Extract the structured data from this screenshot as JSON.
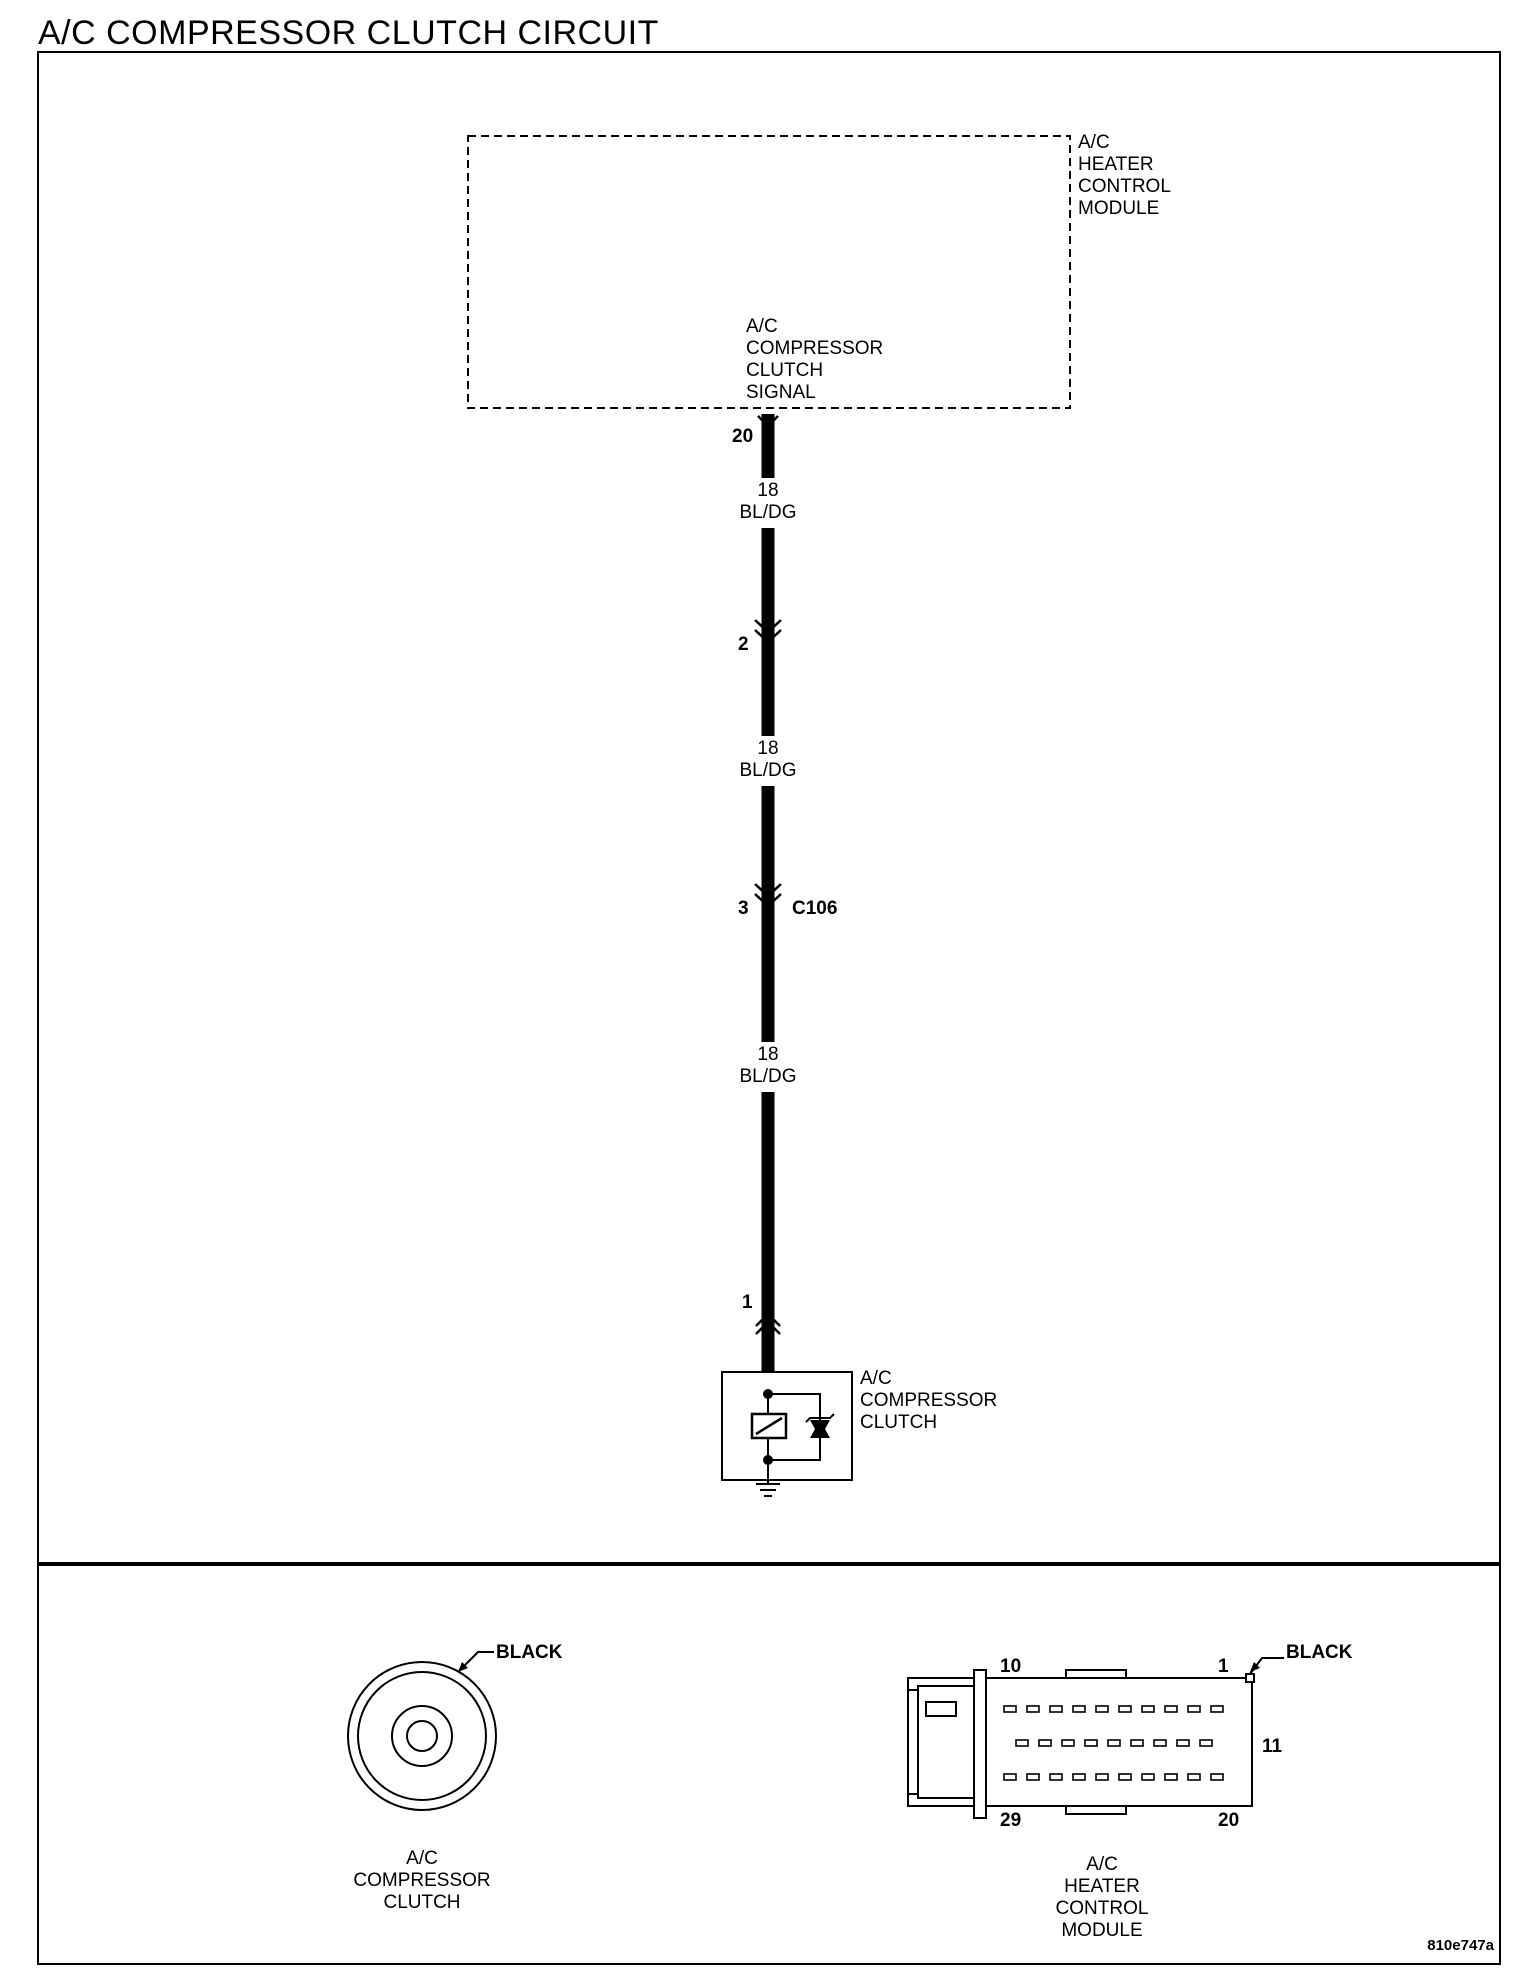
{
  "title": "A/C COMPRESSOR CLUTCH CIRCUIT",
  "module": {
    "name": [
      "A/C",
      "HEATER",
      "CONTROL",
      "MODULE"
    ],
    "signal": [
      "A/C",
      "COMPRESSOR",
      "CLUTCH",
      "SIGNAL"
    ],
    "pin": "20"
  },
  "wire_segments": [
    {
      "gauge": "18",
      "color": "BL/DG"
    },
    {
      "gauge": "18",
      "color": "BL/DG"
    },
    {
      "gauge": "18",
      "color": "BL/DG"
    }
  ],
  "connectors": [
    {
      "pin": "2",
      "name": ""
    },
    {
      "pin": "3",
      "name": "C106"
    }
  ],
  "clutch": {
    "pin": "1",
    "name": [
      "A/C",
      "COMPRESSOR",
      "CLUTCH"
    ]
  },
  "connector_views": {
    "clutch": {
      "color": "BLACK",
      "name": [
        "A/C",
        "COMPRESSOR",
        "CLUTCH"
      ]
    },
    "module": {
      "color": "BLACK",
      "pins": [
        "10",
        "1",
        "11",
        "29",
        "20"
      ],
      "name": [
        "A/C",
        "HEATER",
        "CONTROL",
        "MODULE"
      ]
    }
  },
  "figure_code": "810e747a"
}
